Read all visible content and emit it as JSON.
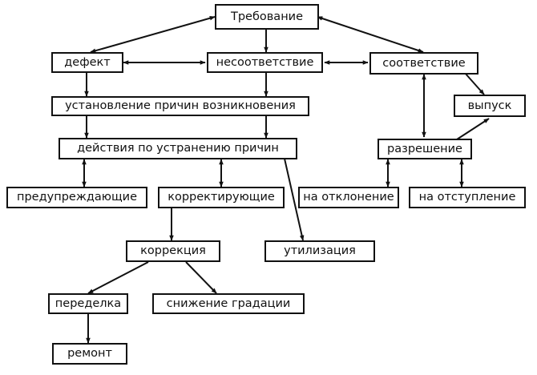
{
  "nodes": {
    "requirement": "Требование",
    "defect": "дефект",
    "nonconformity": "несоответствие",
    "conformity": "соответствие",
    "release": "выпуск",
    "cause_finding": "установление причин возникновения",
    "cause_removal": "действия по устранению причин",
    "permission": "разрешение",
    "preventive": "предупреждающие",
    "corrective": "корректирующие",
    "deviation": "на отклонение",
    "waiver": "на отступление",
    "correction": "коррекция",
    "disposal": "утилизация",
    "rework": "переделка",
    "downgrade": "снижение градации",
    "repair": "ремонт"
  },
  "colors": {
    "line": "#111111",
    "background": "#ffffff"
  }
}
